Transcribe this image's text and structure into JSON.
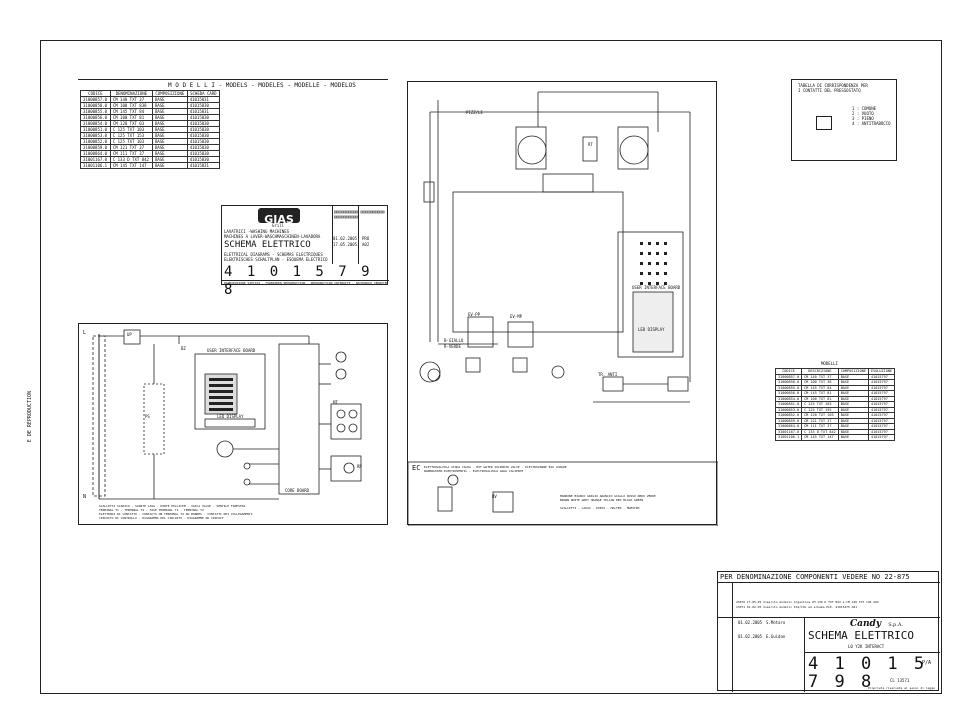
{
  "models_panel": {
    "title": "M O D E L L I - MODELS - MODELES - MODELLE - MODELOS",
    "headers": [
      "CODICE",
      "DENOMINAZIONE",
      "COMPOSIZIONE",
      "SCHEDA CARD"
    ],
    "rows": [
      [
        "31000857.0",
        "CM 140 TXT 37",
        "BASE",
        "41015831"
      ],
      [
        "31000858.0",
        "CM 100 TXT 838",
        "BASE",
        "41015830"
      ],
      [
        "31000855.0",
        "CM 145 TXT 84",
        "BASE",
        "41015831"
      ],
      [
        "31000856.0",
        "CM 100 TXT 81",
        "BASE",
        "41015830"
      ],
      [
        "31000854.0",
        "CM 120 TXT 03",
        "BASE",
        "41015830"
      ],
      [
        "31000851.0",
        "C 125 TXT 103",
        "BASE",
        "41015830"
      ],
      [
        "31000853.0",
        "C 125 TXT 153",
        "BASE",
        "41015830"
      ],
      [
        "31000852.0",
        "C 125 TXT 103",
        "BASE",
        "41015830"
      ],
      [
        "31000859.0",
        "CM 121 TXT 37",
        "BASE",
        "41015830"
      ],
      [
        "31000864.0",
        "CM 111 TXT 37",
        "BASE",
        "41015830"
      ],
      [
        "31001167.0",
        "C 133 D TXT 842",
        "BASE",
        "41015830"
      ],
      [
        "31001106.1",
        "CM 145 TXT 147",
        "BASE",
        "41015831"
      ]
    ]
  },
  "title_block_small": {
    "logo": "GIAS",
    "logo_sub": "Grill",
    "lines": [
      "LAVATRICI  -WASHING MACHINES",
      "MACHINES A LAVER-WASCHMASCHINEN-LAVADORA"
    ],
    "schema_label": "SCHEMA ELETTRICO",
    "subtitle": "ELETTRICAL DIAGRAMS - SCHEMAS ELECTRIQUES\nELEKTRISCHES SCHALTPLAN - ESQUEMA ELECTRICO",
    "drawing_number": "4 1 0 1 5 7 9 8",
    "date1": "01.02.2005",
    "date2": "17.05.2005",
    "rev1": "PRO",
    "rev2": "A02",
    "footer": "RIPRODUZIONE VIETATA - FORBIDDEN REPRODUCTION - REPRODUCTION INTERDITE - NACHDRUCK VERBOTEN - REPRODUCCION PROHIBIDA"
  },
  "left_diagram": {
    "labels": {
      "up": "UP",
      "user_interface": "USER INTERFACE BOARD",
      "led_display": "LED DISPLAY",
      "core_board": "CORE BOARD",
      "line_l": "L",
      "line_n": "N",
      "bz": "BZ",
      "ps": "PS",
      "mt": "MT",
      "rp": "RP"
    },
    "legend": [
      "SCALLETTI SCARICO - SANITE LAVA - PORTE POLLICEM - VAICA VALVE - VENTILE FINESTRA",
      "TERMINAL T1 - TERMINAL T2 - FASE TERMINAL T1 - TERMINAL T2",
      "ELETTRODI DI CONTATTO - CONTACTS ON TERMINAL T2 DU BORNES - CONTATTI DEI COLLEGAMENTI",
      "CIRCUITO DI CONTROLLO - DIAGRAMMA DEL CIRCUITO - DIAGRAMME DU CIRCUIT"
    ]
  },
  "right_diagram": {
    "labels": {
      "pizzo": "PIZZ/LE",
      "user_interface": "USER INTERFACE BOARD",
      "led_display": "LED DISPLAY",
      "ev_mp": "EV-MP",
      "ev_pp": "EV-PP",
      "giallo": "B-GIALLO",
      "verde": "R-VERDE",
      "ec_box": "EC",
      "ec_text": "ELETTROVALVOLA ACQUA CALDA - HOT WATER SOLENOID VALVE - ELECTROVANNE EAU CHAUDE\nWARMWASSER-ELEKTROVENTIL - ELECTROVALVULA AGUA CALIENTE",
      "rt": "RT",
      "bv": "BV",
      "tr_ant": "TR. ANTI"
    },
    "color_legend_row1": [
      "MARRONE",
      "BIANCO",
      "GRIGIO",
      "ARANCIO",
      "GIALLO",
      "ROSSO",
      "NERO",
      "VERDE"
    ],
    "color_legend_row2": [
      "BROWN",
      "WHITE",
      "GREY",
      "ORANGE",
      "YELLOW",
      "RED",
      "BLACK",
      "GREEN"
    ],
    "color_legend_bottom": "SCALLETTI - LAVAS - PORTA - MALTER - MUESTRO"
  },
  "correspondence_table": {
    "title": "TABELLA DI CORRISPONDENZA PER\nI CONTATTI DEL PRESSOSTATO",
    "items": [
      "1 : COMUNE",
      "2 : VUOTO",
      "3 : PIENO",
      "4 : ANTITRABOCCO"
    ]
  },
  "models_small": {
    "title": "MODELLI",
    "headers": [
      "CODICE",
      "DESCRIZIONE",
      "COMPOSIZIONE",
      "EVOLUZIONE"
    ],
    "rows": [
      [
        "31000857.0",
        "CM 140 TXT 37",
        "BASE",
        "41015797"
      ],
      [
        "31000858.0",
        "CM 100 TXT 38",
        "BASE",
        "41015797"
      ],
      [
        "31000855.0",
        "CM 145 TXT 84",
        "BASE",
        "41015797"
      ],
      [
        "31000856.0",
        "CM 145 TXT 81",
        "BASE",
        "41015797"
      ],
      [
        "31000854.0",
        "CM 100 TXT 81",
        "BASE",
        "41015797"
      ],
      [
        "31000851.0",
        "C 125 TXT 103",
        "BASE",
        "41015797"
      ],
      [
        "31000853.0",
        "C 125 TXT 155",
        "BASE",
        "41015797"
      ],
      [
        "31000852.0",
        "CM 120 TXT 103",
        "BASE",
        "41015797"
      ],
      [
        "31000859.0",
        "CM 121 TXT 37",
        "BASE",
        "41015797"
      ],
      [
        "31000864.0",
        "CM 111 TXT 37",
        "BASE",
        "41015797"
      ],
      [
        "31001167.0",
        "C 133 D TXT 842",
        "BASE",
        "41015797"
      ],
      [
        "31001106.1",
        "CM 145 TXT 147",
        "BASE",
        "41015797"
      ]
    ]
  },
  "title_block_main": {
    "heading": "PER DENOMINAZIONE COMPONENTI VEDERE NO 22-875",
    "company": "Candy",
    "company_suffix": "S.p.A.",
    "schema_label": "SCHEMA ELETTRICO",
    "subtitle": "L0 Y2K INTERACT",
    "drawing_number": "4 1 0 1 5 7 9 8",
    "revision": "P/A",
    "date1": "01.02.2005",
    "author1": "S.Motaro",
    "date2": "01.02.2005",
    "author2": "E.Guidan",
    "sheet_code": "CL 13571",
    "rev_rows": [
      [
        "23076",
        "17.05.05",
        "Inserito modelli Argentina CM 136 D TXT 843 e CM 146 TXT 145",
        "A02"
      ],
      [
        "13071",
        "01.02.05",
        "Inserito modelli ISI/COL ad schema ELE. 41015475",
        "A01"
      ]
    ],
    "footer": "Proprieta riservata ai sensi di legge"
  },
  "vertical_label": "E DE REPRODUCTION"
}
